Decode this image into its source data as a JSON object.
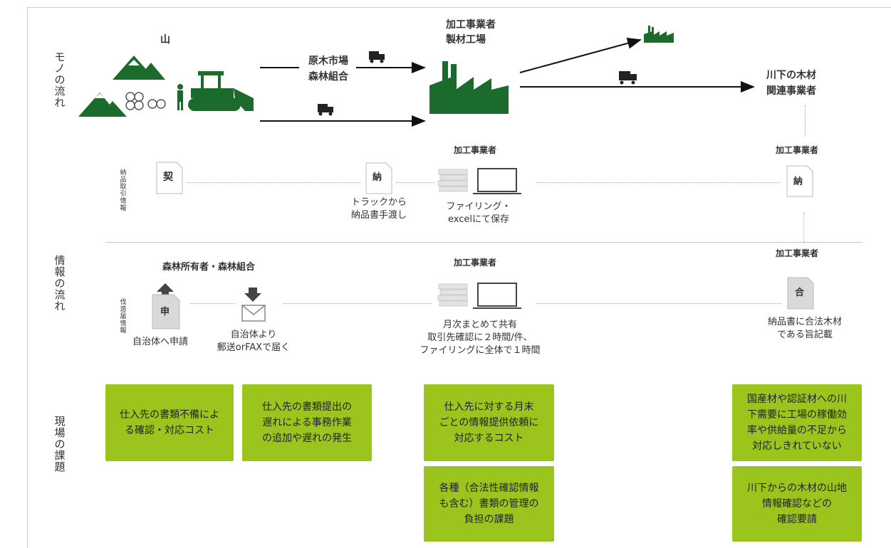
{
  "rows": {
    "goods_flow": "モノの流れ",
    "info_flow": "情報の流れ",
    "issues": "現場の課題",
    "delivery_info": "納品取引情報",
    "felling_info": "伐造届情報"
  },
  "goods": {
    "mountain": "山",
    "market_line1": "原木市場",
    "market_line2": "森林組合",
    "processor_line1": "加工事業者",
    "processor_line2": "製材工場",
    "downstream_line1": "川下の木材",
    "downstream_line2": "関連事業者"
  },
  "delivery": {
    "contract_char": "契",
    "delivery_char": "納",
    "truck_note_line1": "トラックから",
    "truck_note_line2": "納品書手渡し",
    "processor_title": "加工事業者",
    "filing_line1": "ファイリング・",
    "filing_line2": "excelにて保存",
    "downstream_title": "加工事業者",
    "downstream_char": "納"
  },
  "felling": {
    "owner_title": "森林所有者・森林組合",
    "apply_char": "申",
    "apply_label": "自治体へ申請",
    "receive_line1": "自治体より",
    "receive_line2": "郵送orFAXで届く",
    "processor_title": "加工事業者",
    "monthly_line1": "月次まとめて共有",
    "monthly_line2": "取引先確認に２時間/件、",
    "monthly_line3": "ファイリングに全体で１時間",
    "downstream_title": "加工事業者",
    "legal_char": "合",
    "legal_line1": "納品書に合法木材",
    "legal_line2": "である旨記載"
  },
  "issues": [
    "仕入先の書類不備によ\nる確認・対応コスト",
    "仕入先の書類提出の\n遅れによる事務作業\nの追加や遅れの発生",
    "仕入先に対する月末\nごとの情報提供依頼に\n対応するコスト",
    "各種（合法性確認情報\nも含む）書類の管理の\n負担の課題",
    "国産材や認証材への川\n下需要に工場の稼働効\n率や供給量の不足から\n対応しきれていない",
    "川下からの木材の山地\n情報確認などの\n確認要請"
  ],
  "colors": {
    "forest_green": "#1a6b2c",
    "issue_green": "#9bc51c",
    "doc_gray": "#d9d9d9"
  }
}
